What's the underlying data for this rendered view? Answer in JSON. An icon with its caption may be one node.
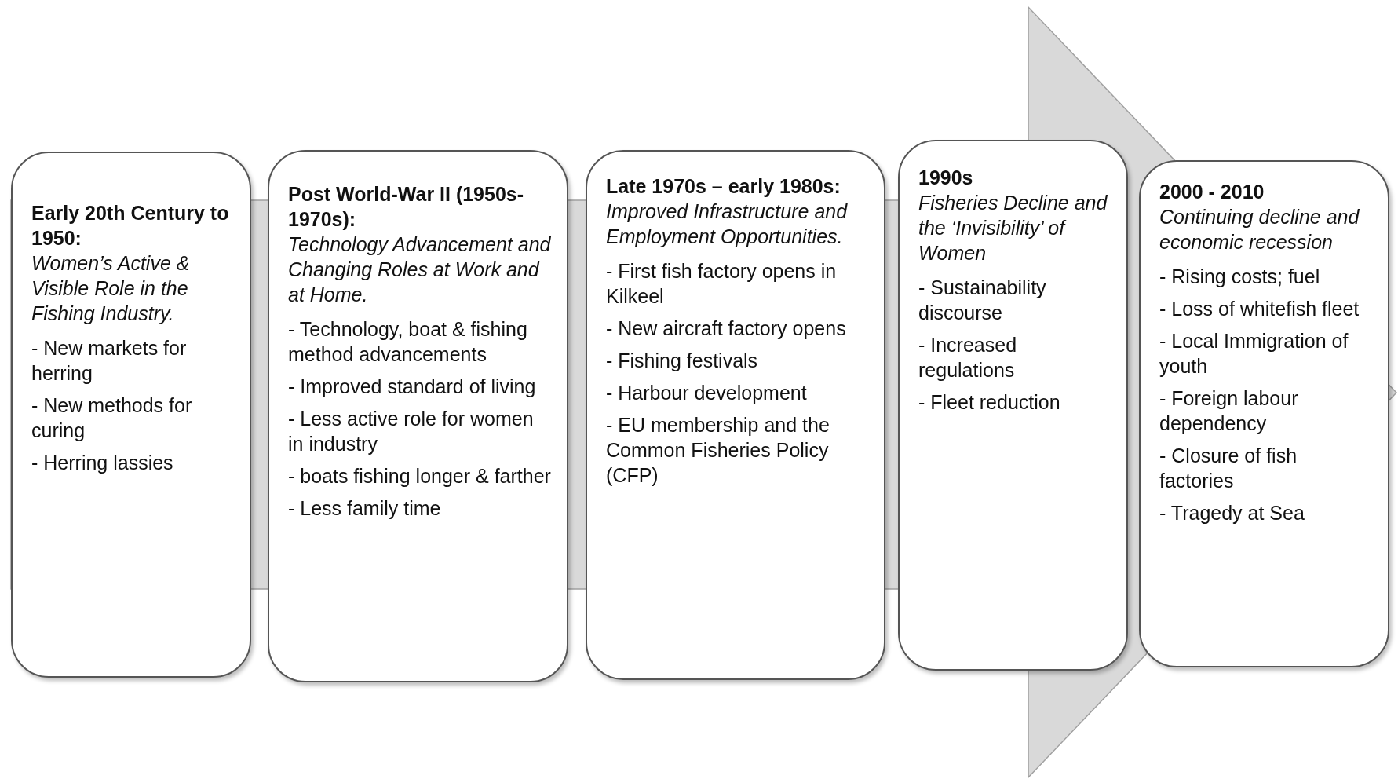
{
  "diagram": {
    "nodes": [
      {
        "text": [
          "Early 20th Century to 1950:",
          "Women’s Active & Visible Role in the Fishing Industry.",
          "- New markets for herring",
          "- New methods for curing",
          "- Herring lassies"
        ]
      },
      {
        "text": [
          "Post World-War II (1950s-1970s):",
          "Technology Advancement and Changing Roles at Work and at Home.",
          "- Technology, boat & fishing method advancements",
          "- Improved standard of living",
          "- Less active role for women in industry",
          "- boats fishing longer & farther",
          "- Less family time"
        ]
      },
      {
        "text": [
          "**Late 1970s – early 1980s:** *Improved Infrastructure and Employment Opportunities.*",
          "- First fish factory opens in Kilkeel",
          "- New aircraft factory opens",
          "- Fishing festivals",
          "- Harbour development",
          "- EU membership and the Common Fisheries Policy (CFP)"
        ]
      },
      {
        "text": [
          "1990s",
          "Fisheries Decline and the ‘Invisibility’ of Women",
          "- Sustainability discourse",
          "- Increased regulations",
          "- Fleet reduction"
        ]
      },
      {
        "text": [
          "2000 - 2010",
          "Continuing decline and economic recession",
          "- Rising costs; fuel",
          "- Loss of whitefish fleet",
          "- Local Immigration of youth",
          "- Foreign labour dependency",
          "- Closure of fish factories",
          "- Tragedy at Sea"
        ]
      }
    ],
    "edges": [
      {
        "from": 0,
        "to": 4,
        "arrow": "to"
      }
    ]
  }
}
